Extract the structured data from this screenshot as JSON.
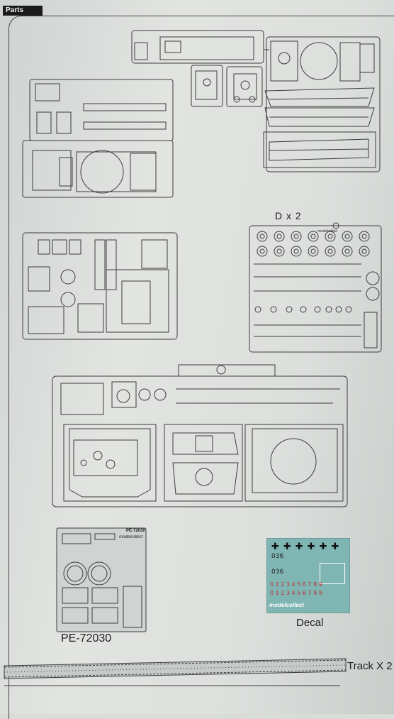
{
  "header": {
    "tab_label": "Parts"
  },
  "sprues": {
    "d_label": "D x 2",
    "d_brand": "modelcollect",
    "pe_sheet_code": "PE-72030",
    "pe_brand": "modelcollect",
    "pe_label": "PE-72030",
    "decal_label": "Decal",
    "track_label": "Track X 2"
  },
  "decal": {
    "brand": "modelcollect",
    "code_a": "036",
    "code_b": "036",
    "digits_row": "0 1 2 3 4 5 6 7 8 9",
    "crosses": "✚"
  },
  "colors": {
    "paper": "#dcdfdc",
    "line": "#3c3c3c",
    "decal_bg": "#7fb6b3"
  }
}
